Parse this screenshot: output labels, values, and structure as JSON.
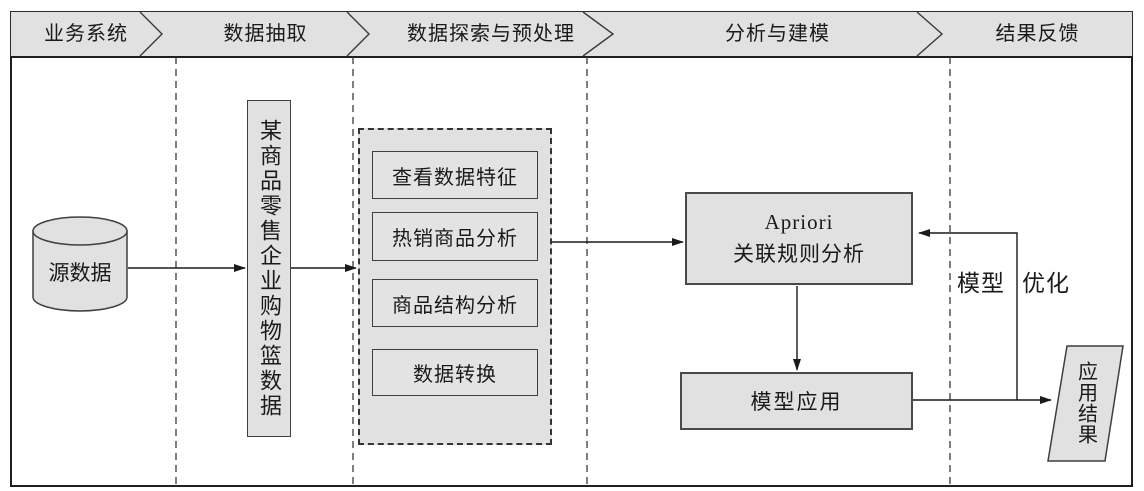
{
  "header": {
    "phases": [
      "业务系统",
      "数据抽取",
      "数据探索与预处理",
      "分析与建模",
      "结果反馈"
    ]
  },
  "nodes": {
    "source_data": "源数据",
    "basket_data": "某商品零售企业购物篮数据",
    "explore_steps": [
      "查看数据特征",
      "热销商品分析",
      "商品结构分析",
      "数据转换"
    ],
    "model": {
      "line1": "Apriori",
      "line2": "关联规则分析"
    },
    "model_apply": "模型应用",
    "result": "应用结果"
  },
  "labels": {
    "feedback_left": "模型",
    "feedback_right": "优化"
  },
  "colors": {
    "node_fill": "#e1e1e1",
    "node_border": "#3f3f3f",
    "line": "#1a1a1a",
    "text": "#1a1a1a",
    "background": "#ffffff"
  }
}
